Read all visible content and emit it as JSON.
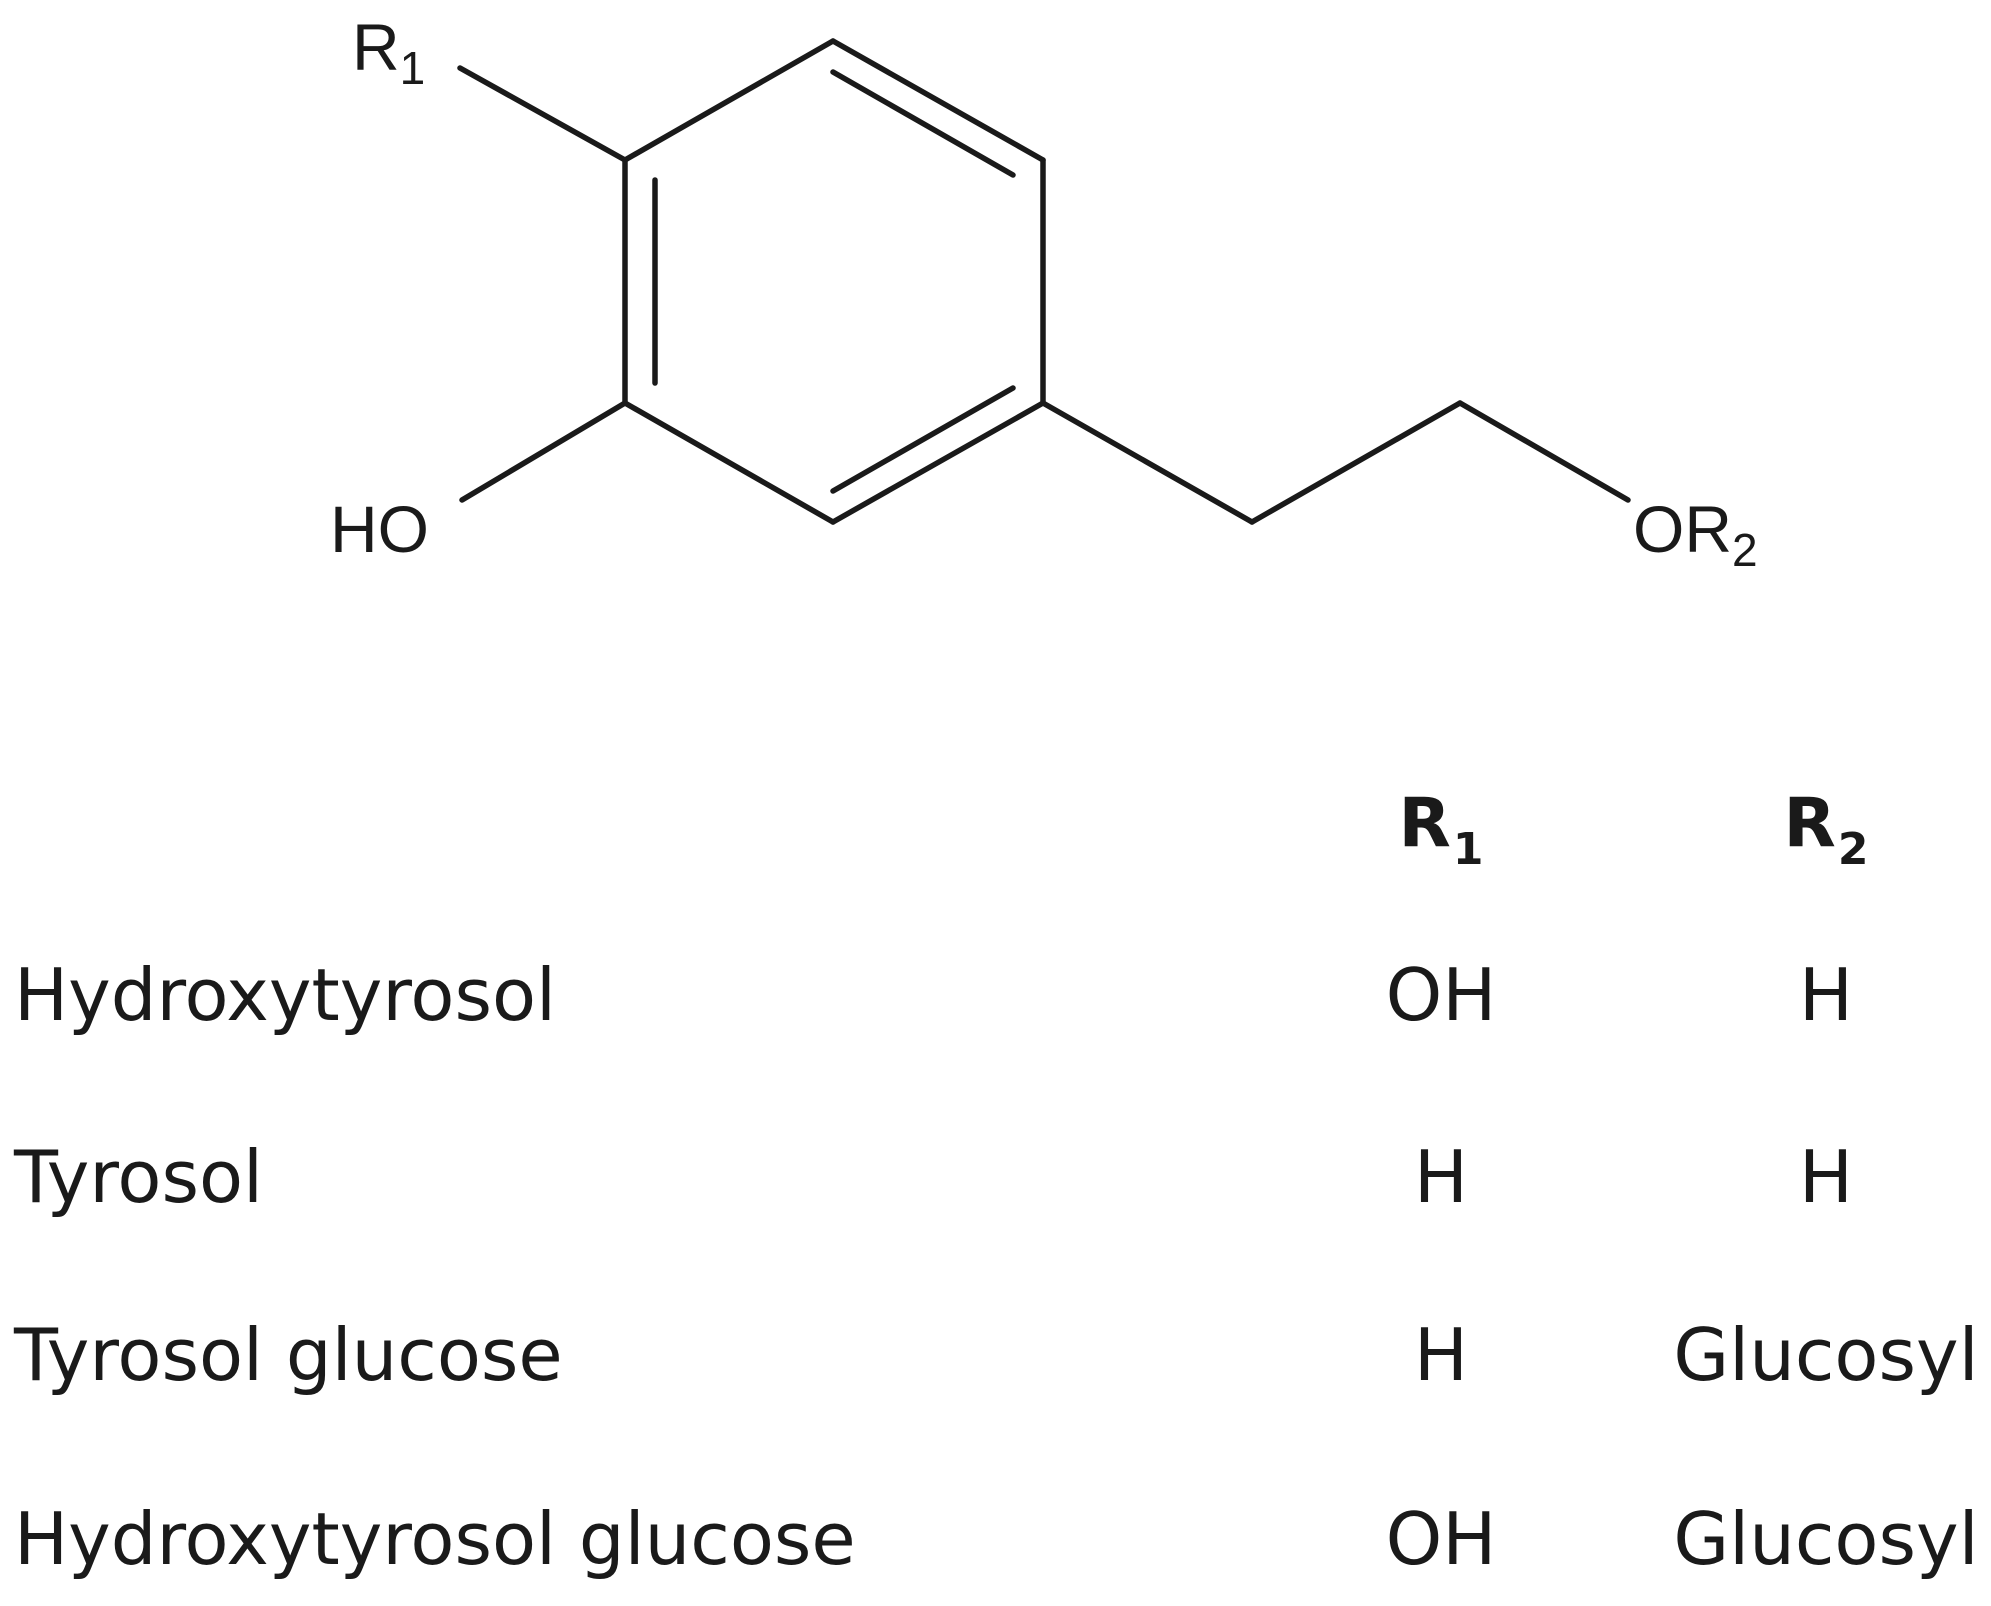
{
  "structure": {
    "labels": {
      "r1_main": "R",
      "r1_sub": "1",
      "ho": "HO",
      "or2_main": "OR",
      "or2_sub": "2"
    }
  },
  "table": {
    "headers": [
      {
        "main": "R",
        "sub": "1"
      },
      {
        "main": "R",
        "sub": "2"
      }
    ],
    "rows": [
      {
        "name": "Hydroxytyrosol",
        "r1": "OH",
        "r2": "H"
      },
      {
        "name": "Tyrosol",
        "r1": "H",
        "r2": "H"
      },
      {
        "name": "Tyrosol glucose",
        "r1": "H",
        "r2": "Glucosyl"
      },
      {
        "name": "Hydroxytyrosol glucose",
        "r1": "OH",
        "r2": "Glucosyl"
      }
    ]
  }
}
